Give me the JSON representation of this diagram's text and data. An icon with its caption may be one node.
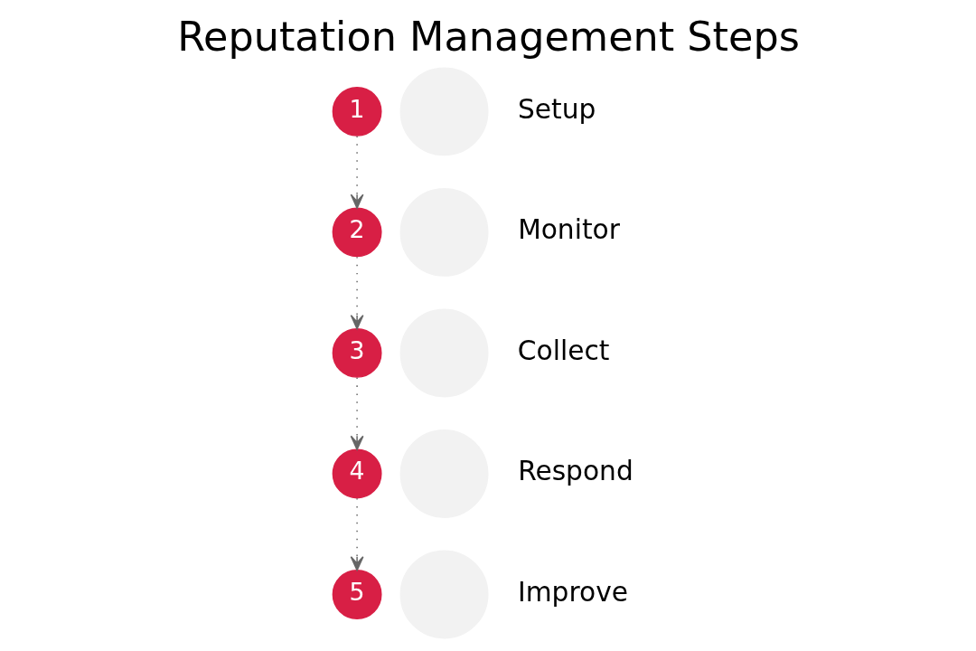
{
  "diagram": {
    "title": "Reputation Management Steps",
    "nodes": [
      {
        "text": [
          "1"
        ]
      },
      {
        "text": [
          "2"
        ]
      },
      {
        "text": [
          "3"
        ]
      },
      {
        "text": [
          "4"
        ]
      },
      {
        "text": [
          "5"
        ]
      },
      {
        "text": [],
        "shape": "circle",
        "beside": [
          "Setup"
        ]
      },
      {
        "text": [],
        "shape": "circle",
        "beside": [
          "Monitor"
        ]
      },
      {
        "text": [],
        "shape": "circle",
        "beside": [
          "Collect"
        ]
      },
      {
        "text": [],
        "shape": "circle",
        "beside": [
          "Respond"
        ]
      },
      {
        "text": [],
        "shape": "circle",
        "beside": [
          "Improve"
        ]
      }
    ],
    "edges": [
      {
        "from": 0,
        "to": 1,
        "arrow": "to",
        "style": "dashed"
      },
      {
        "from": 1,
        "to": 2,
        "arrow": "to",
        "style": "dashed"
      },
      {
        "from": 2,
        "to": 3,
        "arrow": "to",
        "style": "dashed"
      },
      {
        "from": 3,
        "to": 4,
        "arrow": "to",
        "style": "dashed"
      }
    ]
  }
}
